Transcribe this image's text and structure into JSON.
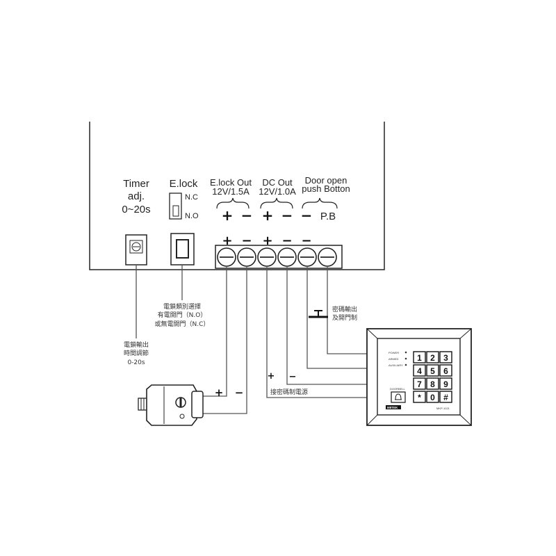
{
  "labels": {
    "timer_1": "Timer",
    "timer_2": "adj.",
    "timer_3": "0~20s",
    "elock": "E.lock",
    "nc": "N.C",
    "no": "N.O",
    "elock_out_1": "E.lock Out",
    "elock_out_2": "12V/1.5A",
    "dc_out_1": "DC Out",
    "dc_out_2": "12V/1.0A",
    "door_open_1": "Door open",
    "door_open_2": "push Botton",
    "pb": "P.B"
  },
  "polarity": {
    "plus": "+",
    "minus": "−"
  },
  "annotations": {
    "lock_select_1": "電鎖類別選擇",
    "lock_select_2": "有電開門（N.O）",
    "lock_select_3": "或無電開門（N.C）",
    "timer_adj_1": "電鎖輸出",
    "timer_adj_2": "時間調節",
    "timer_adj_3": "0-20s",
    "code_output_1": "密碼輸出",
    "code_output_2": "及開門制",
    "power_label": "接密碼制電源"
  },
  "keypad": {
    "indicators": [
      "POWER",
      "ARMED",
      "AUXILIARY"
    ],
    "keys": [
      "1",
      "2",
      "3",
      "4",
      "5",
      "6",
      "7",
      "8",
      "9",
      "*",
      "0",
      "#"
    ],
    "doorbell": "DOORBELL",
    "brand": "MIITEK",
    "model": "MKP-1021"
  }
}
